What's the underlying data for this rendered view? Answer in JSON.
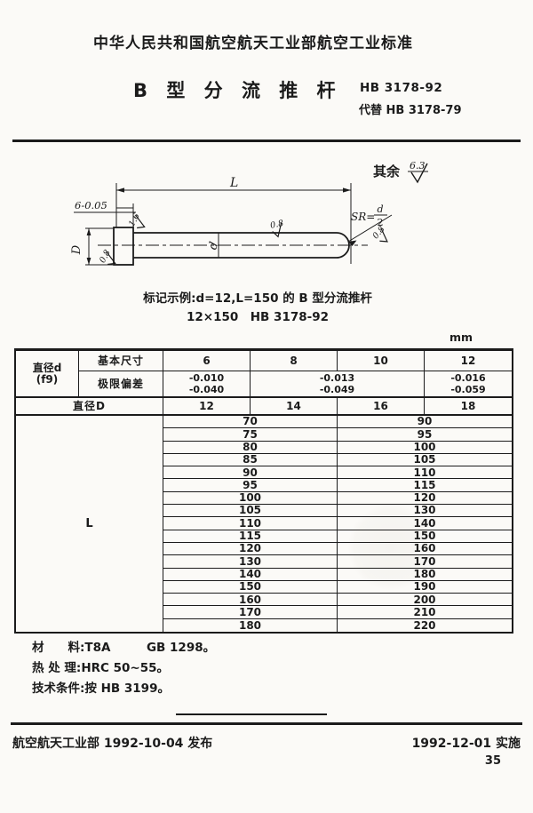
{
  "header": {
    "org_line": "中华人民共和国航空航天工业部航空工业标准",
    "title": "B 型 分 流 推 杆",
    "std_no": "HB 3178-92",
    "replaces": "代替 HB 3178-79"
  },
  "drawing": {
    "general_note": "其余",
    "general_roughness": "6.3",
    "length_label": "L",
    "head_width_dim": "6-0.05",
    "head_dia_label": "D",
    "shaft_dia_label": "d",
    "sr_prefix": "SR=",
    "sr_num": "d",
    "sr_den": "2",
    "rough_head_face": "1.6",
    "rough_head_left": "0.8",
    "rough_shaft_top": "0.8",
    "rough_sphere": "0.8"
  },
  "example": {
    "line1": "标记示例:d=12,L=150 的 B 型分流推杆",
    "line2": "12×150　HB 3178-92"
  },
  "table": {
    "unit": "mm",
    "row_d_label1": "直径d",
    "row_d_label2": "(f9)",
    "basic_size_label": "基本尺寸",
    "deviation_label": "极限偏差",
    "d_values": [
      "6",
      "8",
      "10",
      "12"
    ],
    "deviations": [
      [
        "-0.010",
        "-0.040"
      ],
      [
        "-0.013",
        "-0.049"
      ],
      [
        "-0.016",
        "-0.059"
      ]
    ],
    "dia_D_label": "直径D",
    "D_values": [
      "12",
      "14",
      "16",
      "18"
    ],
    "L_label": "L",
    "L_rows": [
      [
        "70",
        "90"
      ],
      [
        "75",
        "95"
      ],
      [
        "80",
        "100"
      ],
      [
        "85",
        "105"
      ],
      [
        "90",
        "110"
      ],
      [
        "95",
        "115"
      ],
      [
        "100",
        "120"
      ],
      [
        "105",
        "130"
      ],
      [
        "110",
        "140"
      ],
      [
        "115",
        "150"
      ],
      [
        "120",
        "160"
      ],
      [
        "130",
        "170"
      ],
      [
        "140",
        "180"
      ],
      [
        "150",
        "190"
      ],
      [
        "160",
        "200"
      ],
      [
        "170",
        "210"
      ],
      [
        "180",
        "220"
      ]
    ]
  },
  "notes": [
    {
      "label": "材　　料:",
      "value": "T8A",
      "extra": "GB 1298。"
    },
    {
      "label": "热 处 理:",
      "value": "HRC 50~55。",
      "extra": ""
    },
    {
      "label": "技术条件:",
      "value": "按 HB 3199。",
      "extra": ""
    }
  ],
  "footer": {
    "left": "航空航天工业部 1992-10-04 发布",
    "right": "1992-12-01 实施",
    "page": "35"
  }
}
